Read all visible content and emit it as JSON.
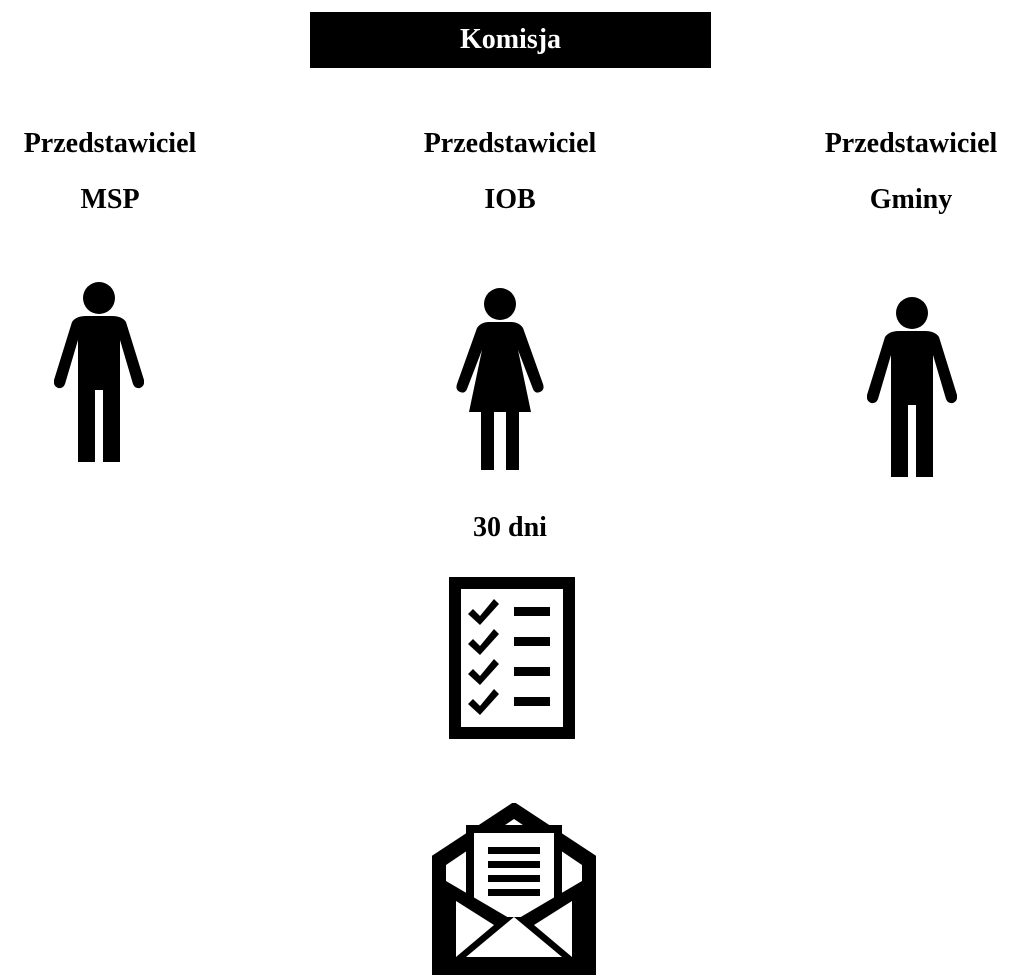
{
  "title": "Komisja",
  "members": [
    {
      "role": "Przedstawiciel",
      "org": "MSP",
      "icon": "man-icon"
    },
    {
      "role": "Przedstawiciel",
      "org": "IOB",
      "icon": "woman-icon"
    },
    {
      "role": "Przedstawiciel",
      "org": "Gminy",
      "icon": "man-icon"
    }
  ],
  "duration": "30 dni",
  "icons": {
    "checklist": "checklist-icon",
    "envelope": "open-envelope-letter-icon"
  },
  "colors": {
    "foreground": "#000000",
    "background": "#ffffff",
    "title_text": "#ffffff"
  }
}
